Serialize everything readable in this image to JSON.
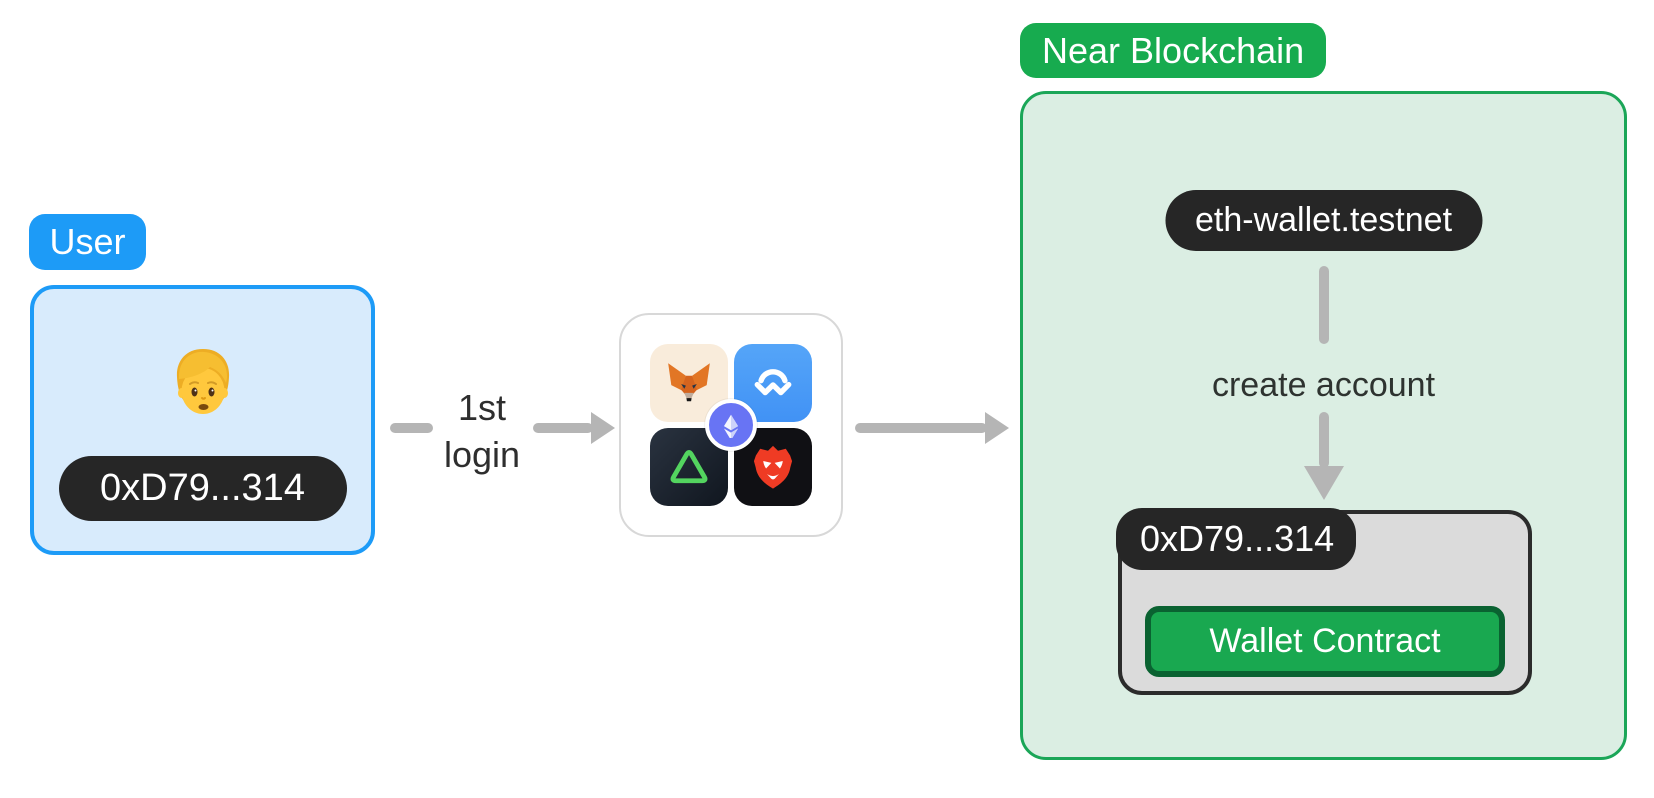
{
  "user": {
    "label": "User",
    "address": "0xD79...314"
  },
  "login_flow": {
    "label_line1": "1st",
    "label_line2": "login"
  },
  "wallet_providers": {
    "icons": [
      "metamask-icon",
      "walletconnect-icon",
      "aurora-icon",
      "brave-icon",
      "ethereum-icon"
    ]
  },
  "near": {
    "label": "Near Blockchain",
    "contract_account": "eth-wallet.testnet",
    "action_label": "create account",
    "account": {
      "address": "0xD79...314",
      "contract_label": "Wallet Contract"
    }
  },
  "colors": {
    "blue_accent": "#1D9BF7",
    "blue_fill": "#D8EBFC",
    "green_accent": "#17AB4F",
    "green_fill": "#DBEEE3",
    "dark_badge": "#262626",
    "arrow_gray": "#B5B5B5",
    "account_fill": "#DBDBDB",
    "account_border": "#2B2B2B",
    "btn_fill": "#19A850",
    "btn_border": "#0A6231"
  }
}
